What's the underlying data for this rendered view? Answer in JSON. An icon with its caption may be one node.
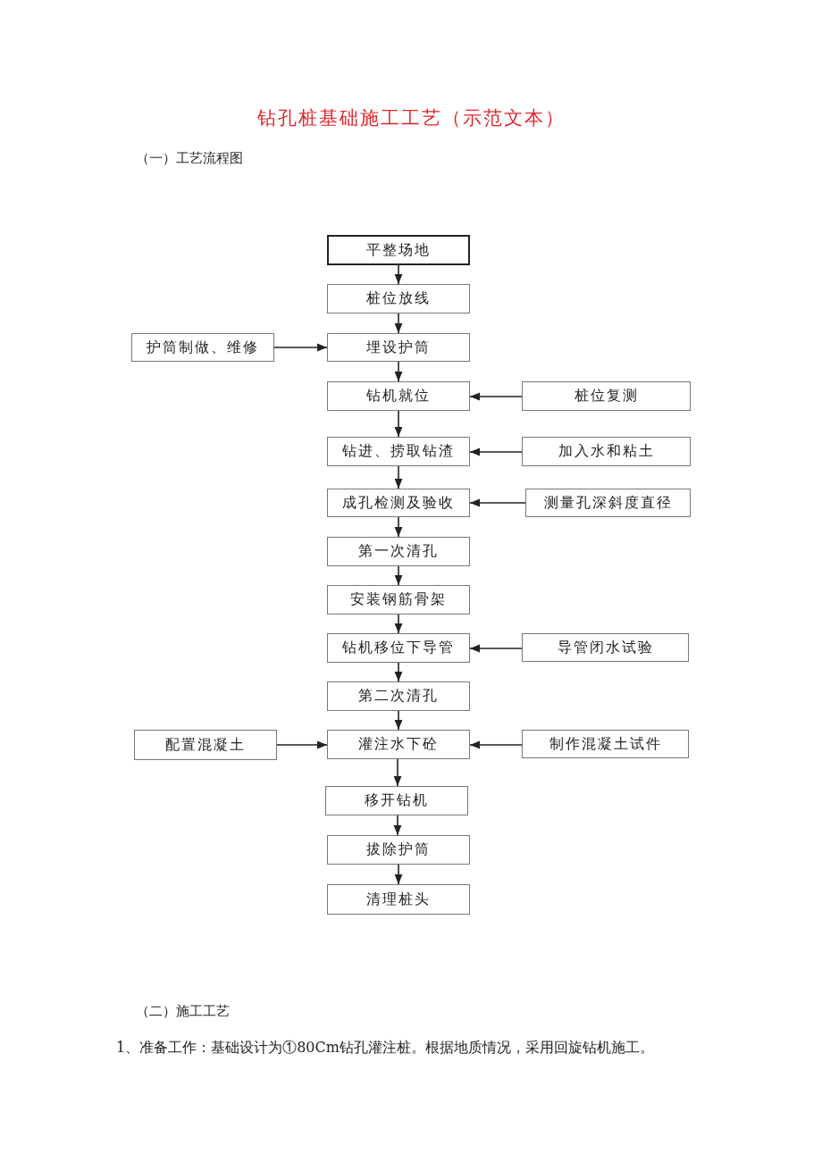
{
  "diagram": {
    "title": "钻孔桩基础施工工艺（示范文本）",
    "nodes": [
      {
        "text": [
          "平整场地"
        ]
      },
      {
        "text": [
          "桩位放线"
        ]
      },
      {
        "text": [
          "护筒制做、维修"
        ]
      },
      {
        "text": [
          "埋设护筒"
        ]
      },
      {
        "text": [
          "钻机就位"
        ]
      },
      {
        "text": [
          "桩位复测"
        ]
      },
      {
        "text": [
          "钻进、捞取钻渣"
        ]
      },
      {
        "text": [
          "加入水和粘土"
        ]
      },
      {
        "text": [
          "成孔检测及验收"
        ]
      },
      {
        "text": [
          "测量孔深斜度直径"
        ]
      },
      {
        "text": [
          "第一次清孔"
        ]
      },
      {
        "text": [
          "安装钢筋骨架"
        ]
      },
      {
        "text": [
          "钻机移位下导管"
        ]
      },
      {
        "text": [
          "导管闭水试验"
        ]
      },
      {
        "text": [
          "第二次清孔"
        ]
      },
      {
        "text": [
          "配置混凝土"
        ]
      },
      {
        "text": [
          "灌注水下砼"
        ]
      },
      {
        "text": [
          "制作混凝土试件"
        ]
      },
      {
        "text": [
          "移开钻机"
        ]
      },
      {
        "text": [
          "拔除护筒"
        ]
      },
      {
        "text": [
          "清理桩头"
        ]
      }
    ],
    "edges": [
      {
        "from": 0,
        "to": 1,
        "arrow": "to"
      },
      {
        "from": 1,
        "to": 3,
        "arrow": "to"
      },
      {
        "from": 2,
        "to": 3,
        "arrow": "to"
      },
      {
        "from": 3,
        "to": 4,
        "arrow": "to"
      },
      {
        "from": 5,
        "to": 4,
        "arrow": "to"
      },
      {
        "from": 4,
        "to": 6,
        "arrow": "to"
      },
      {
        "from": 7,
        "to": 6,
        "arrow": "to"
      },
      {
        "from": 6,
        "to": 8,
        "arrow": "to"
      },
      {
        "from": 9,
        "to": 8,
        "arrow": "to"
      },
      {
        "from": 8,
        "to": 10,
        "arrow": "to"
      },
      {
        "from": 10,
        "to": 11,
        "arrow": "to"
      },
      {
        "from": 11,
        "to": 12,
        "arrow": "to"
      },
      {
        "from": 13,
        "to": 12,
        "arrow": "to"
      },
      {
        "from": 12,
        "to": 14,
        "arrow": "to"
      },
      {
        "from": 14,
        "to": 16,
        "arrow": "to"
      },
      {
        "from": 15,
        "to": 16,
        "arrow": "to"
      },
      {
        "from": 17,
        "to": 16,
        "arrow": "to"
      },
      {
        "from": 16,
        "to": 18,
        "arrow": "to"
      },
      {
        "from": 18,
        "to": 19,
        "arrow": "to"
      },
      {
        "from": 19,
        "to": 20,
        "arrow": "to"
      }
    ],
    "labels": [
      "（一）工艺流程图",
      "（二）施工工艺",
      "1、准备工作：基础设计为①80Cm钻孔灌注桩。根据地质情况，采用回旋钻机施工。"
    ]
  }
}
